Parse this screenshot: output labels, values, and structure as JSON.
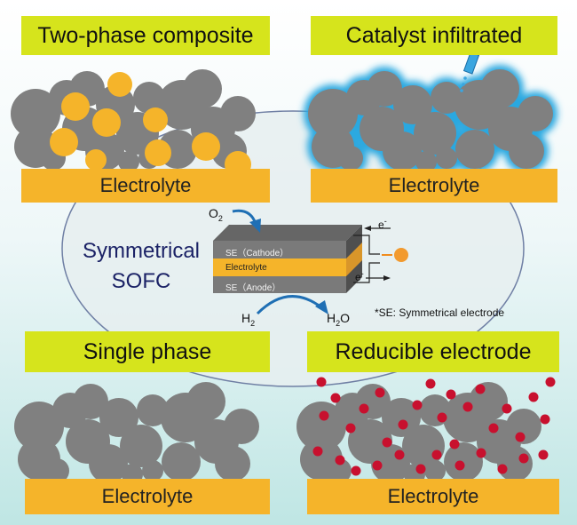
{
  "panels": {
    "two_phase": {
      "title": "Two-phase composite",
      "substrate": "Electrolyte"
    },
    "catalyst": {
      "title": "Catalyst infiltrated",
      "substrate": "Electrolyte"
    },
    "single": {
      "title": "Single phase",
      "substrate": "Electrolyte"
    },
    "reducible": {
      "title": "Reducible electrode",
      "substrate": "Electrolyte"
    }
  },
  "center": {
    "title_line1": "Symmetrical",
    "title_line2": "SOFC",
    "cell": {
      "top_layer": "SE（Cathode）",
      "middle_layer": "Electrolyte",
      "bottom_layer": "SE（Anode）"
    },
    "o2": {
      "base": "O",
      "sub": "2"
    },
    "h2": {
      "base": "H",
      "sub": "2"
    },
    "h2o": {
      "base": "H",
      "sub": "2",
      "tail": "O"
    },
    "electron_top": {
      "base": "e",
      "sup": "-"
    },
    "electron_bottom": {
      "base": "e",
      "sup": "-"
    },
    "note": "*SE: Symmetrical electrode"
  },
  "colors": {
    "particle": "#808080",
    "second_phase": "#f5b42a",
    "glow": "#29a8e0",
    "nanoparticle": "#c8102e",
    "label_bg": "#d6e41c",
    "electrolyte": "#f5b42a"
  }
}
